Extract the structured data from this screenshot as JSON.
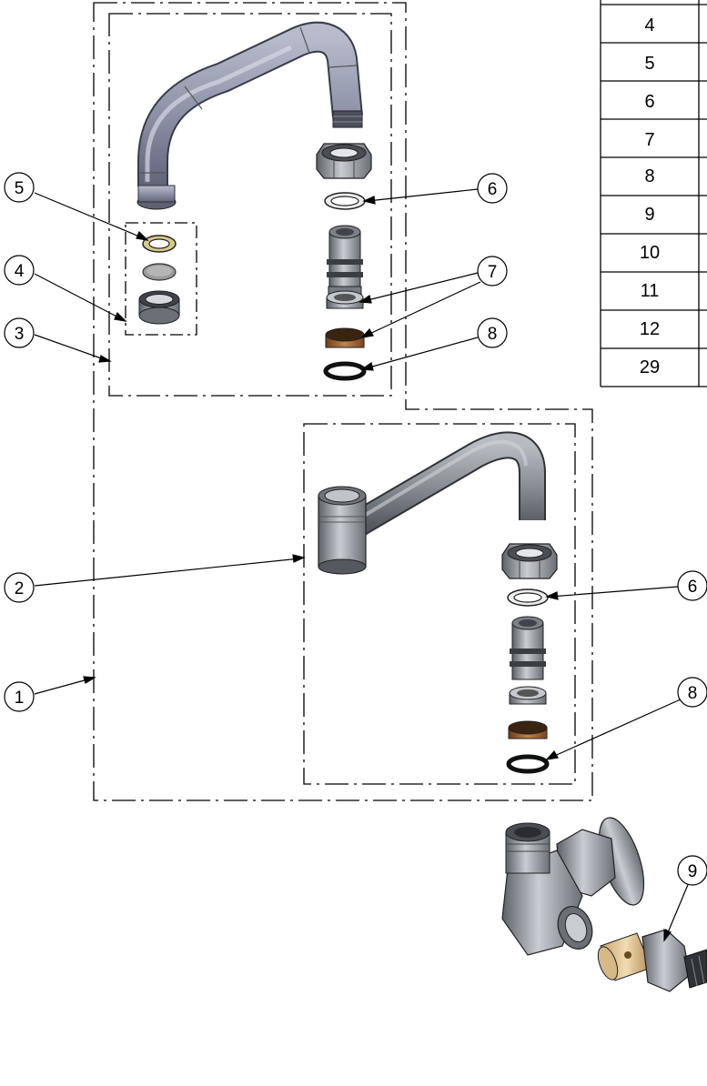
{
  "table": {
    "item_numbers": [
      "4",
      "5",
      "6",
      "7",
      "8",
      "9",
      "10",
      "11",
      "12",
      "29"
    ]
  },
  "balloons": {
    "b1": "1",
    "b2": "2",
    "b3": "3",
    "b4": "4",
    "b5": "5",
    "b6a": "6",
    "b6b": "6",
    "b7": "7",
    "b8a": "8",
    "b8b": "8",
    "b9": "9"
  },
  "colors": {
    "line": "#000000",
    "metal": "#8f939b",
    "metal_dark": "#5d6168",
    "metal_light": "#c9ccd2",
    "spout_blue": "#8e93a8",
    "brass": "#a0642f",
    "screen": "#9a9a9a"
  }
}
